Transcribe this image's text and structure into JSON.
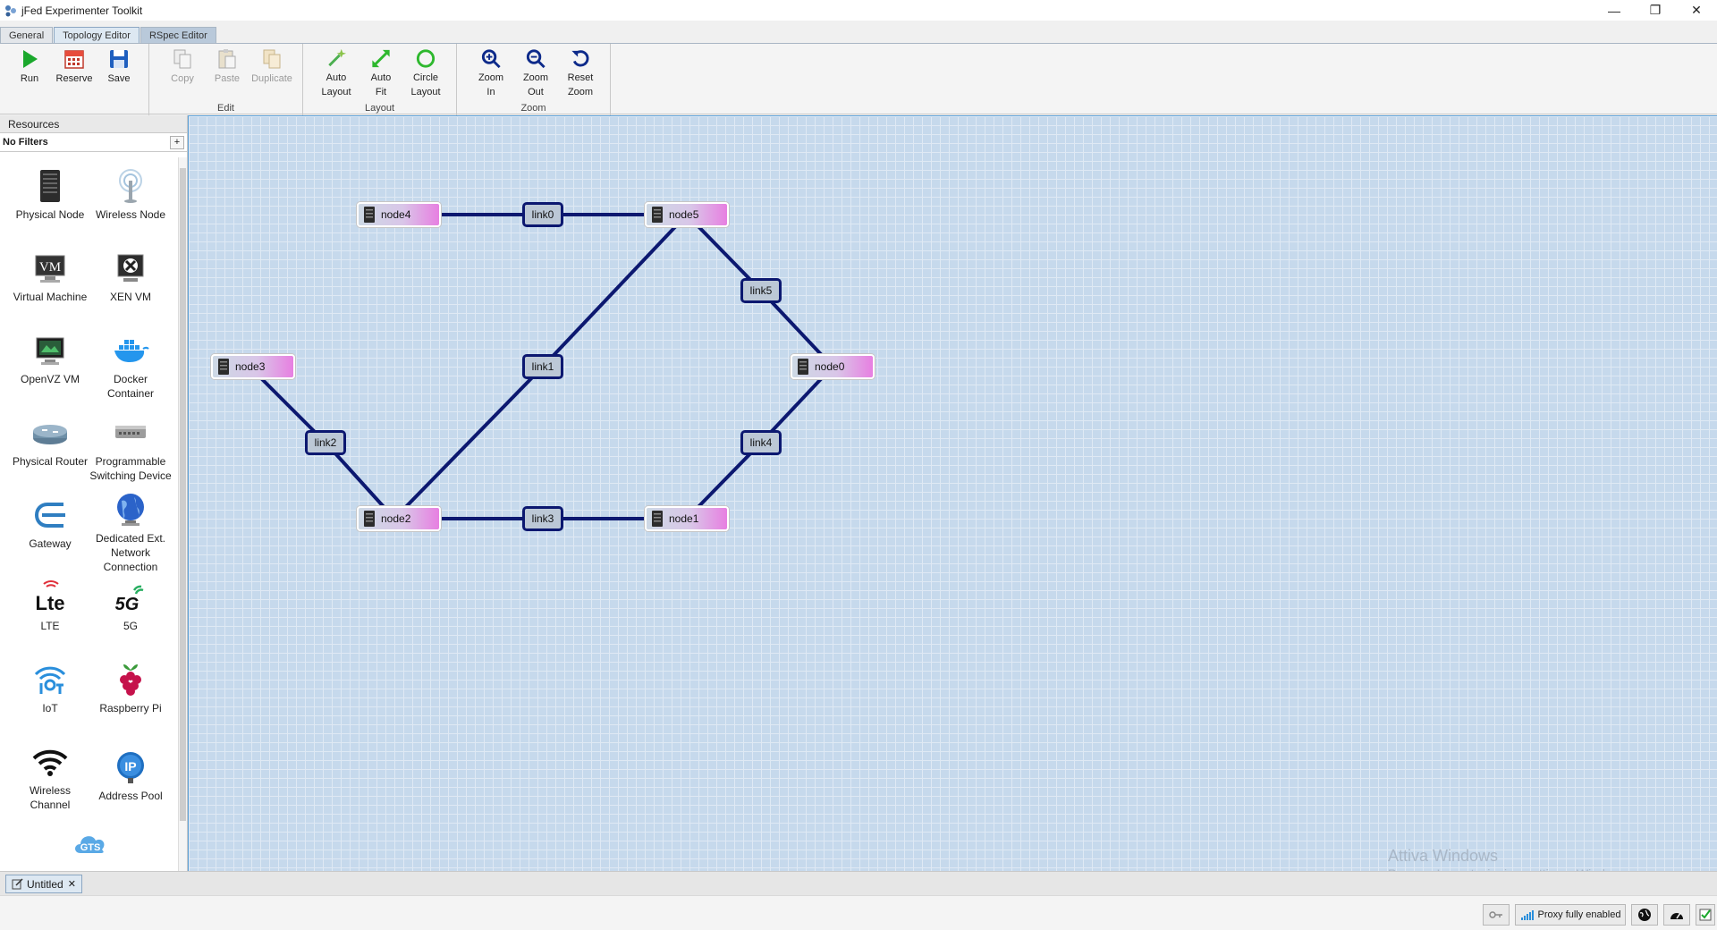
{
  "window": {
    "title": "jFed Experimenter Toolkit",
    "minimize": "—",
    "restore": "❐",
    "close": "✕"
  },
  "tabs": [
    {
      "label": "General",
      "active": false
    },
    {
      "label": "Topology Editor",
      "active": true
    },
    {
      "label": "RSpec Editor",
      "active": false
    }
  ],
  "toolbar": {
    "run": "Run",
    "reserve": "Reserve",
    "save": "Save",
    "copy": "Copy",
    "paste": "Paste",
    "duplicate": "Duplicate",
    "edit_group": "Edit",
    "auto_layout": [
      "Auto",
      "Layout"
    ],
    "auto_fit": [
      "Auto",
      "Fit"
    ],
    "circle_layout": [
      "Circle",
      "Layout"
    ],
    "layout_group": "Layout",
    "zoom_in": [
      "Zoom",
      "In"
    ],
    "zoom_out": [
      "Zoom",
      "Out"
    ],
    "reset_zoom": [
      "Reset",
      "Zoom"
    ],
    "zoom_group": "Zoom"
  },
  "resources": {
    "header": "Resources",
    "filter": "No Filters",
    "filter_add": "+",
    "items": [
      {
        "label": [
          "Physical Node"
        ],
        "icon": "physical-node-icon"
      },
      {
        "label": [
          "Wireless Node"
        ],
        "icon": "wireless-node-icon"
      },
      {
        "label": [
          "Virtual Machine"
        ],
        "icon": "vm-icon"
      },
      {
        "label": [
          "XEN VM"
        ],
        "icon": "xen-vm-icon"
      },
      {
        "label": [
          "OpenVZ VM"
        ],
        "icon": "openvz-vm-icon"
      },
      {
        "label": [
          "Docker",
          "Container"
        ],
        "icon": "docker-icon"
      },
      {
        "label": [
          "Physical Router"
        ],
        "icon": "router-icon"
      },
      {
        "label": [
          "Programmable",
          "Switching Device"
        ],
        "icon": "switch-icon"
      },
      {
        "label": [
          "Gateway"
        ],
        "icon": "gateway-icon"
      },
      {
        "label": [
          "Dedicated Ext.",
          "Network",
          "Connection"
        ],
        "icon": "globe-icon"
      },
      {
        "label": [
          "LTE"
        ],
        "icon": "lte-icon"
      },
      {
        "label": [
          "5G"
        ],
        "icon": "5g-icon"
      },
      {
        "label": [
          "IoT"
        ],
        "icon": "iot-icon"
      },
      {
        "label": [
          "Raspberry Pi"
        ],
        "icon": "raspberry-pi-icon"
      },
      {
        "label": [
          "Wireless",
          "Channel"
        ],
        "icon": "wifi-icon"
      },
      {
        "label": [
          "Address Pool"
        ],
        "icon": "ip-pool-icon"
      },
      {
        "label": [],
        "icon": "gts-icon"
      }
    ],
    "icon_text": {
      "vm": "VM",
      "lte": "Lte",
      "five_g": "5G",
      "ip": "IP",
      "gts": "GTS"
    }
  },
  "topology": {
    "nodes": [
      "node4",
      "node5",
      "node3",
      "node0",
      "node2",
      "node1"
    ],
    "links": [
      "link0",
      "link5",
      "link1",
      "link2",
      "link4",
      "link3"
    ]
  },
  "document_tab": {
    "label": "Untitled",
    "close": "✕"
  },
  "watermark": {
    "line1": "Attiva Windows",
    "line2": "Passa a Impostazioni per attivare Windows."
  },
  "status": {
    "proxy": "Proxy fully enabled"
  },
  "colors": {
    "link": "#0c1870",
    "canvas": "#c6d9ec",
    "node_accent": "#e77fe1"
  }
}
